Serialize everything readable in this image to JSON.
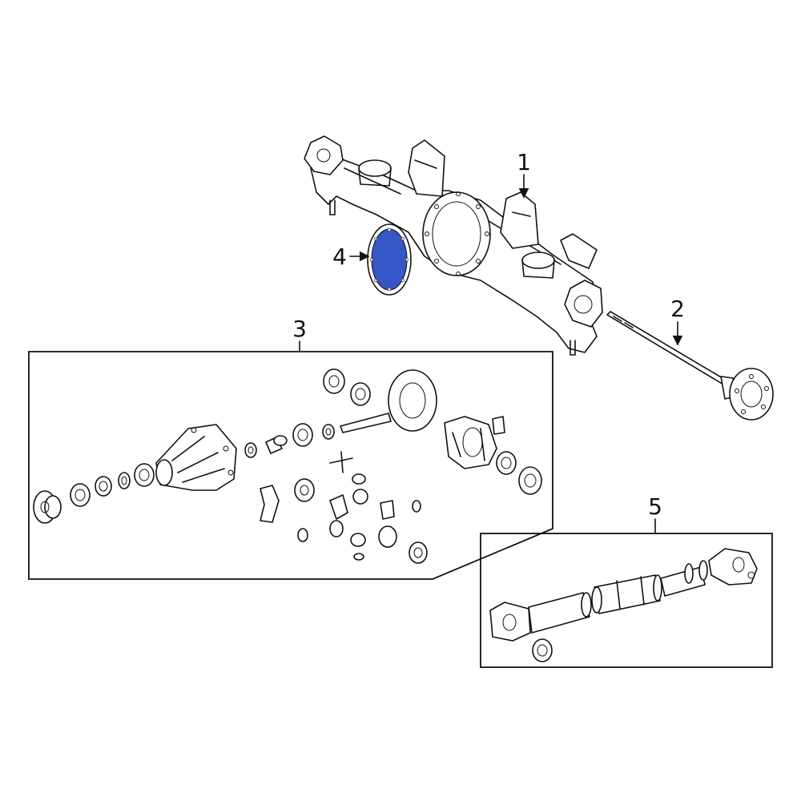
{
  "callouts": {
    "c1": "1",
    "c2": "2",
    "c3": "3",
    "c4": "4",
    "c5": "5"
  },
  "colors": {
    "highlight": "#3556c4",
    "line": "#111111",
    "background": "#ffffff"
  },
  "parts": [
    {
      "callout": "1",
      "icon": "axle-housing"
    },
    {
      "callout": "2",
      "icon": "axle-shaft"
    },
    {
      "callout": "3",
      "icon": "differential-assembly-kit"
    },
    {
      "callout": "4",
      "icon": "differential-cover-gasket",
      "highlighted": true
    },
    {
      "callout": "5",
      "icon": "drive-shaft"
    }
  ]
}
